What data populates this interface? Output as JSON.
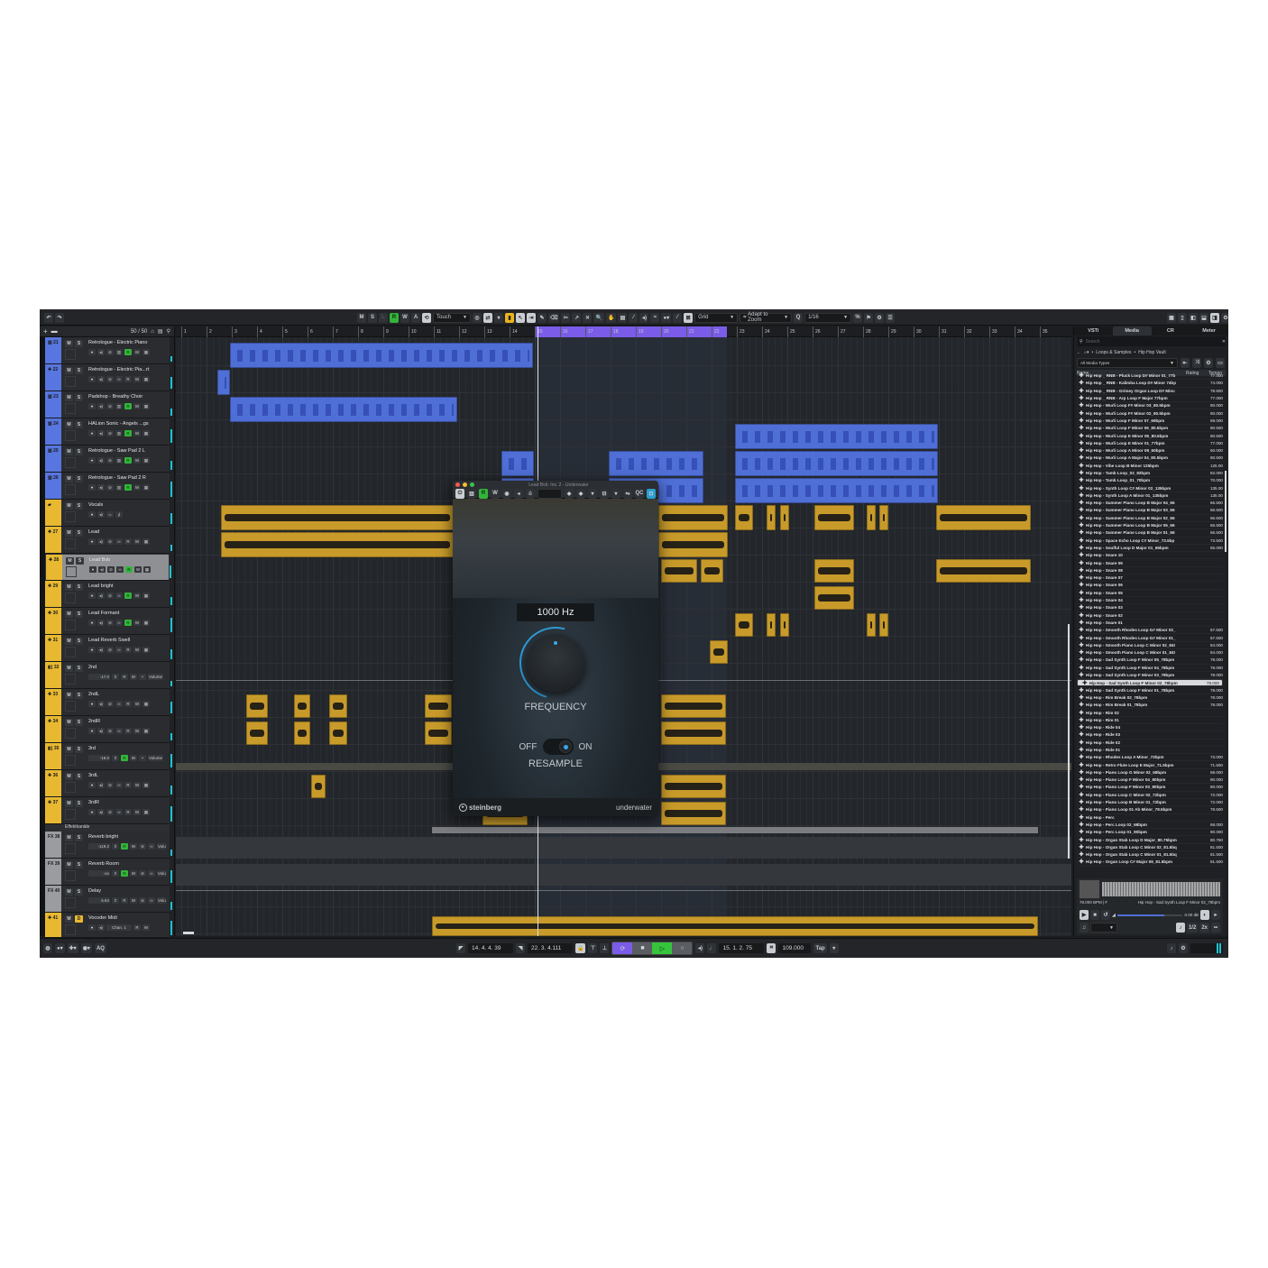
{
  "toolbar": {
    "undo_icon": "undo-icon",
    "redo_icon": "redo-icon",
    "m": "M",
    "s": "S",
    "l": "L",
    "r": "R",
    "w": "W",
    "a": "A",
    "automation_mode": "Touch",
    "snap_type": "Grid",
    "grid_mode": "Adapt to Zoom",
    "quantize": "1/16"
  },
  "tracklist": {
    "count": "50 / 50",
    "tracks": [
      {
        "num": "21",
        "name": "Retrologue - Electric Piano",
        "type": "instrument",
        "color": "#5876e0",
        "r_active": true
      },
      {
        "num": "22",
        "name": "Retrologue - Electric Pia...rt",
        "type": "midi",
        "color": "#5876e0",
        "r_active": false
      },
      {
        "num": "23",
        "name": "Padshop - Breathy Choir",
        "type": "instrument",
        "color": "#5876e0",
        "r_active": true
      },
      {
        "num": "24",
        "name": "HALion Sonic - Angels ...gs",
        "type": "instrument",
        "color": "#5876e0",
        "r_active": true
      },
      {
        "num": "25",
        "name": "Retrologue - Saw Pad 2 L",
        "type": "instrument",
        "color": "#5876e0",
        "r_active": true
      },
      {
        "num": "26",
        "name": "Retrologue - Saw Pad 2 R",
        "type": "instrument",
        "color": "#5876e0",
        "r_active": true
      },
      {
        "num": "",
        "name": "Vocals",
        "type": "folder",
        "color": "#e8b930",
        "r_active": false
      },
      {
        "num": "27",
        "name": "Lead",
        "type": "audio",
        "color": "#e8b930",
        "r_active": false
      },
      {
        "num": "28",
        "name": "Lead Bvb",
        "type": "audio",
        "color": "#e8b930",
        "r_active": true,
        "selected": true
      },
      {
        "num": "29",
        "name": "Lead bright",
        "type": "audio",
        "color": "#e8b930",
        "r_active": true
      },
      {
        "num": "30",
        "name": "Lead Formant",
        "type": "audio",
        "color": "#e8b930",
        "r_active": true
      },
      {
        "num": "31",
        "name": "Lead Reverb Swell",
        "type": "audio",
        "color": "#e8b930",
        "r_active": false
      },
      {
        "num": "32",
        "name": "2nd",
        "type": "group",
        "color": "#e8b930",
        "value": "-17.0",
        "param": "Volume",
        "r_active": false
      },
      {
        "num": "33",
        "name": "2ndL",
        "type": "audio",
        "color": "#e8b930",
        "r_active": false
      },
      {
        "num": "34",
        "name": "2ndR",
        "type": "audio",
        "color": "#e8b930",
        "r_active": false
      },
      {
        "num": "35",
        "name": "3rd",
        "type": "group",
        "color": "#e8b930",
        "value": "-18.0",
        "param": "Volume",
        "r_active": true
      },
      {
        "num": "36",
        "name": "3rdL",
        "type": "audio",
        "color": "#e8b930",
        "r_active": false
      },
      {
        "num": "37",
        "name": "3rdR",
        "type": "audio",
        "color": "#e8b930",
        "r_active": false
      },
      {
        "num": "",
        "name": "Effektkanäle",
        "type": "fxfolder",
        "color": "#808286"
      },
      {
        "num": "38",
        "name": "Reverb bright",
        "type": "fx",
        "color": "#9a9ca0",
        "value": "-119.2",
        "param": "Volu",
        "r_active": true
      },
      {
        "num": "39",
        "name": "Reverb Room",
        "type": "fx",
        "color": "#9a9ca0",
        "value": "-oo",
        "param": "Volu",
        "r_active": true
      },
      {
        "num": "40",
        "name": "Delay",
        "type": "fx",
        "color": "#9a9ca0",
        "value": "5.84",
        "param": "Volu",
        "r_active": false
      },
      {
        "num": "41",
        "name": "Vocoder Midi",
        "type": "midi",
        "color": "#e8b930",
        "channel": "Chan. 1",
        "r_active": false
      }
    ]
  },
  "ruler": {
    "bars": [
      "1",
      "2",
      "3",
      "4",
      "5",
      "6",
      "7",
      "8",
      "9",
      "10",
      "11",
      "12",
      "13",
      "14",
      "15",
      "16",
      "17",
      "18",
      "19",
      "20",
      "21",
      "22",
      "23",
      "24",
      "25",
      "26",
      "27",
      "28",
      "29",
      "30",
      "31",
      "32",
      "33",
      "34",
      "35"
    ],
    "cycle_start": "15",
    "cycle_end": "22"
  },
  "plugin": {
    "title": "Lead Bvb: Ins. 2 - Underwater",
    "frequency_value": "1000 Hz",
    "frequency_label": "FREQUENCY",
    "toggle_off": "OFF",
    "toggle_on": "ON",
    "resample_label": "RESAMPLE",
    "brand": "steinberg",
    "plugin_name": "underwater",
    "toolbar_r": "R",
    "toolbar_w": "W",
    "qc": "QC"
  },
  "rightzone": {
    "tabs": [
      "VSTi",
      "Media",
      "CR",
      "Meter"
    ],
    "active_tab": "Media",
    "search_placeholder": "Search",
    "breadcrumb": [
      "Loops & Samples",
      "Hip Hop Vault"
    ],
    "filter": "All Media Types",
    "columns": {
      "name": "Name",
      "rating": "Rating",
      "tempo": "Tempo"
    },
    "items": [
      {
        "name": "Hip Hop _ RNB - Pluck Loop D# Minor 01_77b",
        "tempo": "77.000"
      },
      {
        "name": "Hip Hop _ RNB - Kalimba Loop D# Minor 74bp",
        "tempo": "74.000"
      },
      {
        "name": "Hip Hop _ RNB - Grimey Organ Loop  D# Minc",
        "tempo": "78.500"
      },
      {
        "name": "Hip Hop _ RNB - Arp Loop F Major 77bpm",
        "tempo": "77.000"
      },
      {
        "name": "Hip Hop - Wurli Loop F# Minor 03_80.5bpm",
        "tempo": "80.000"
      },
      {
        "name": "Hip Hop - Wurli Loop F# Minor 02_80.5bpm",
        "tempo": "80.000"
      },
      {
        "name": "Hip Hop - Wurli Loop F Minor 07_69bpm",
        "tempo": "69.000"
      },
      {
        "name": "Hip Hop - Wurli Loop F Minor 06_80.5bpm",
        "tempo": "80.500"
      },
      {
        "name": "Hip Hop - Wurli Loop E Minor 05_80.5bpm",
        "tempo": "80.500"
      },
      {
        "name": "Hip Hop - Wurli Loop E Minor 01_77bpm",
        "tempo": "77.000"
      },
      {
        "name": "Hip Hop - Wurli Loop A Minor 08_60bpm",
        "tempo": "60.000"
      },
      {
        "name": "Hip Hop - Wurli Loop A Major 04_80.5bpm",
        "tempo": "80.500"
      },
      {
        "name": "Hip Hop - Vibe Loop B Minor 125bpm",
        "tempo": "125.00"
      },
      {
        "name": "Hip Hop - Tamb Loop_02_82bpm",
        "tempo": "82.000"
      },
      {
        "name": "Hip Hop - Tamb Loop_01_70bpm",
        "tempo": "70.000"
      },
      {
        "name": "Hip Hop - Synth Loop C# Minor 02_135bpm",
        "tempo": "135.00"
      },
      {
        "name": "Hip Hop - Synth Loop A Minor 01_135bpm",
        "tempo": "135.00"
      },
      {
        "name": "Hip Hop - Summer Piano Loop B Major 04_66",
        "tempo": "66.500"
      },
      {
        "name": "Hip Hop - Summer Piano Loop B Major 03_66",
        "tempo": "66.500"
      },
      {
        "name": "Hip Hop - Summer Piano Loop B Major 02_66",
        "tempo": "66.500"
      },
      {
        "name": "Hip Hop - Summer Piano Loop B Major  05_66",
        "tempo": "66.500"
      },
      {
        "name": "Hip Hop - Summer Piano Loop B Major  01_66",
        "tempo": "66.500"
      },
      {
        "name": "Hip Hop - Space Echo Loop C# Minor_73.5bp",
        "tempo": "73.500"
      },
      {
        "name": "Hip Hop - Soulful Loop D Major 01_65bpm",
        "tempo": "65.000"
      },
      {
        "name": "Hip Hop - Snare 10",
        "tempo": ""
      },
      {
        "name": "Hip Hop - Snare 09",
        "tempo": ""
      },
      {
        "name": "Hip Hop - Snare 08",
        "tempo": ""
      },
      {
        "name": "Hip Hop - Snare 07",
        "tempo": ""
      },
      {
        "name": "Hip Hop - Snare 06",
        "tempo": ""
      },
      {
        "name": "Hip Hop - Snare 05",
        "tempo": ""
      },
      {
        "name": "Hip Hop - Snare 04",
        "tempo": ""
      },
      {
        "name": "Hip Hop - Snare 03",
        "tempo": ""
      },
      {
        "name": "Hip Hop - Snare 02",
        "tempo": ""
      },
      {
        "name": "Hip Hop - Snare 01",
        "tempo": ""
      },
      {
        "name": "Hip Hop - Smooth Rhodes Loop G# Minor 02_",
        "tempo": "67.500"
      },
      {
        "name": "Hip Hop - Smooth Rhodes Loop G# Minor 01_",
        "tempo": "67.500"
      },
      {
        "name": "Hip Hop - Smooth Piano Loop C Minor 02_84t",
        "tempo": "84.000"
      },
      {
        "name": "Hip Hop - Smooth Piano Loop C Minor 01_84t",
        "tempo": "84.000"
      },
      {
        "name": "Hip Hop - Sad Synth Loop F Minor 05_78bpm",
        "tempo": "78.000"
      },
      {
        "name": "Hip Hop - Sad Synth Loop F Minor 04_78bpm",
        "tempo": "78.000"
      },
      {
        "name": "Hip Hop - Sad Synth Loop F Minor 03_78bpm",
        "tempo": "78.000"
      },
      {
        "name": "Hip Hop - Sad Synth Loop F Minor 02_78bpm",
        "tempo": "78.000",
        "selected": true
      },
      {
        "name": "Hip Hop - Sad Synth Loop F Minor 01_78bpm",
        "tempo": "78.000"
      },
      {
        "name": "Hip Hop - Rim Break 02_78bpm",
        "tempo": "78.000"
      },
      {
        "name": "Hip Hop - Rim Break 01_78bpm",
        "tempo": "78.000"
      },
      {
        "name": "Hip Hop - Rim 02",
        "tempo": ""
      },
      {
        "name": "Hip Hop - Rim 01",
        "tempo": ""
      },
      {
        "name": "Hip Hop - Ride 04",
        "tempo": ""
      },
      {
        "name": "Hip Hop - Ride 03",
        "tempo": ""
      },
      {
        "name": "Hip Hop - Ride 02",
        "tempo": ""
      },
      {
        "name": "Hip Hop - Ride 01",
        "tempo": ""
      },
      {
        "name": "Hip Hop - Rhodes Loop A Minor_73bpm",
        "tempo": "73.000"
      },
      {
        "name": "Hip Hop - Retro Flute Loop E Major_71.5bpm",
        "tempo": "71.500"
      },
      {
        "name": "Hip Hop - Piano Loop G Minor 02_68bpm",
        "tempo": "68.000"
      },
      {
        "name": "Hip Hop - Piano Loop F Minor 04_80bpm",
        "tempo": "80.000"
      },
      {
        "name": "Hip Hop - Piano Loop F Minor 03_80bpm",
        "tempo": "80.000"
      },
      {
        "name": "Hip Hop - Piano Loop C Minor 02_72bpm",
        "tempo": "72.000"
      },
      {
        "name": "Hip Hop - Piano Loop B Minor 01_72bpm",
        "tempo": "72.000"
      },
      {
        "name": "Hip Hop - Piano Loop 01 Ab Minor_78.5bpm",
        "tempo": "78.500"
      },
      {
        "name": "Hip Hop - Perc",
        "tempo": ""
      },
      {
        "name": "Hip Hop - Perc Loop 02_68bpm",
        "tempo": "68.000"
      },
      {
        "name": "Hip Hop - Perc Loop 01_90bpm",
        "tempo": "90.000"
      },
      {
        "name": "Hip Hop - Organ Stab Loop D Major_80.75bpm",
        "tempo": "80.750"
      },
      {
        "name": "Hip Hop - Organ Stab Loop C Minor 02_81.5bq",
        "tempo": "81.500"
      },
      {
        "name": "Hip Hop - Organ Stab Loop C Minor 01_81.5bq",
        "tempo": "81.500"
      },
      {
        "name": "Hip Hop - Organ Loop C# Major 06_81.5bpm",
        "tempo": "81.500"
      }
    ],
    "preview": {
      "info_left": "78.000 BPM | F",
      "info_right": "Hip Hop - Sad Synth Loop F Minor 02_78bpm",
      "level": "0.00 dB",
      "speed_options": [
        "1/2",
        "2x"
      ]
    }
  },
  "transport": {
    "left_locator": "14. 4. 4. 39",
    "right_locator": "22. 3. 4.111",
    "position": "15. 1. 2. 75",
    "tempo": "109.000",
    "tap": "Tap",
    "aq": "AQ"
  },
  "colors": {
    "midi_event": "#4f6fd6",
    "audio_event": "#c79a2a",
    "cycle": "#7a5ce8",
    "record_green": "#33b43a",
    "plugin_accent": "#3aa8e8"
  }
}
